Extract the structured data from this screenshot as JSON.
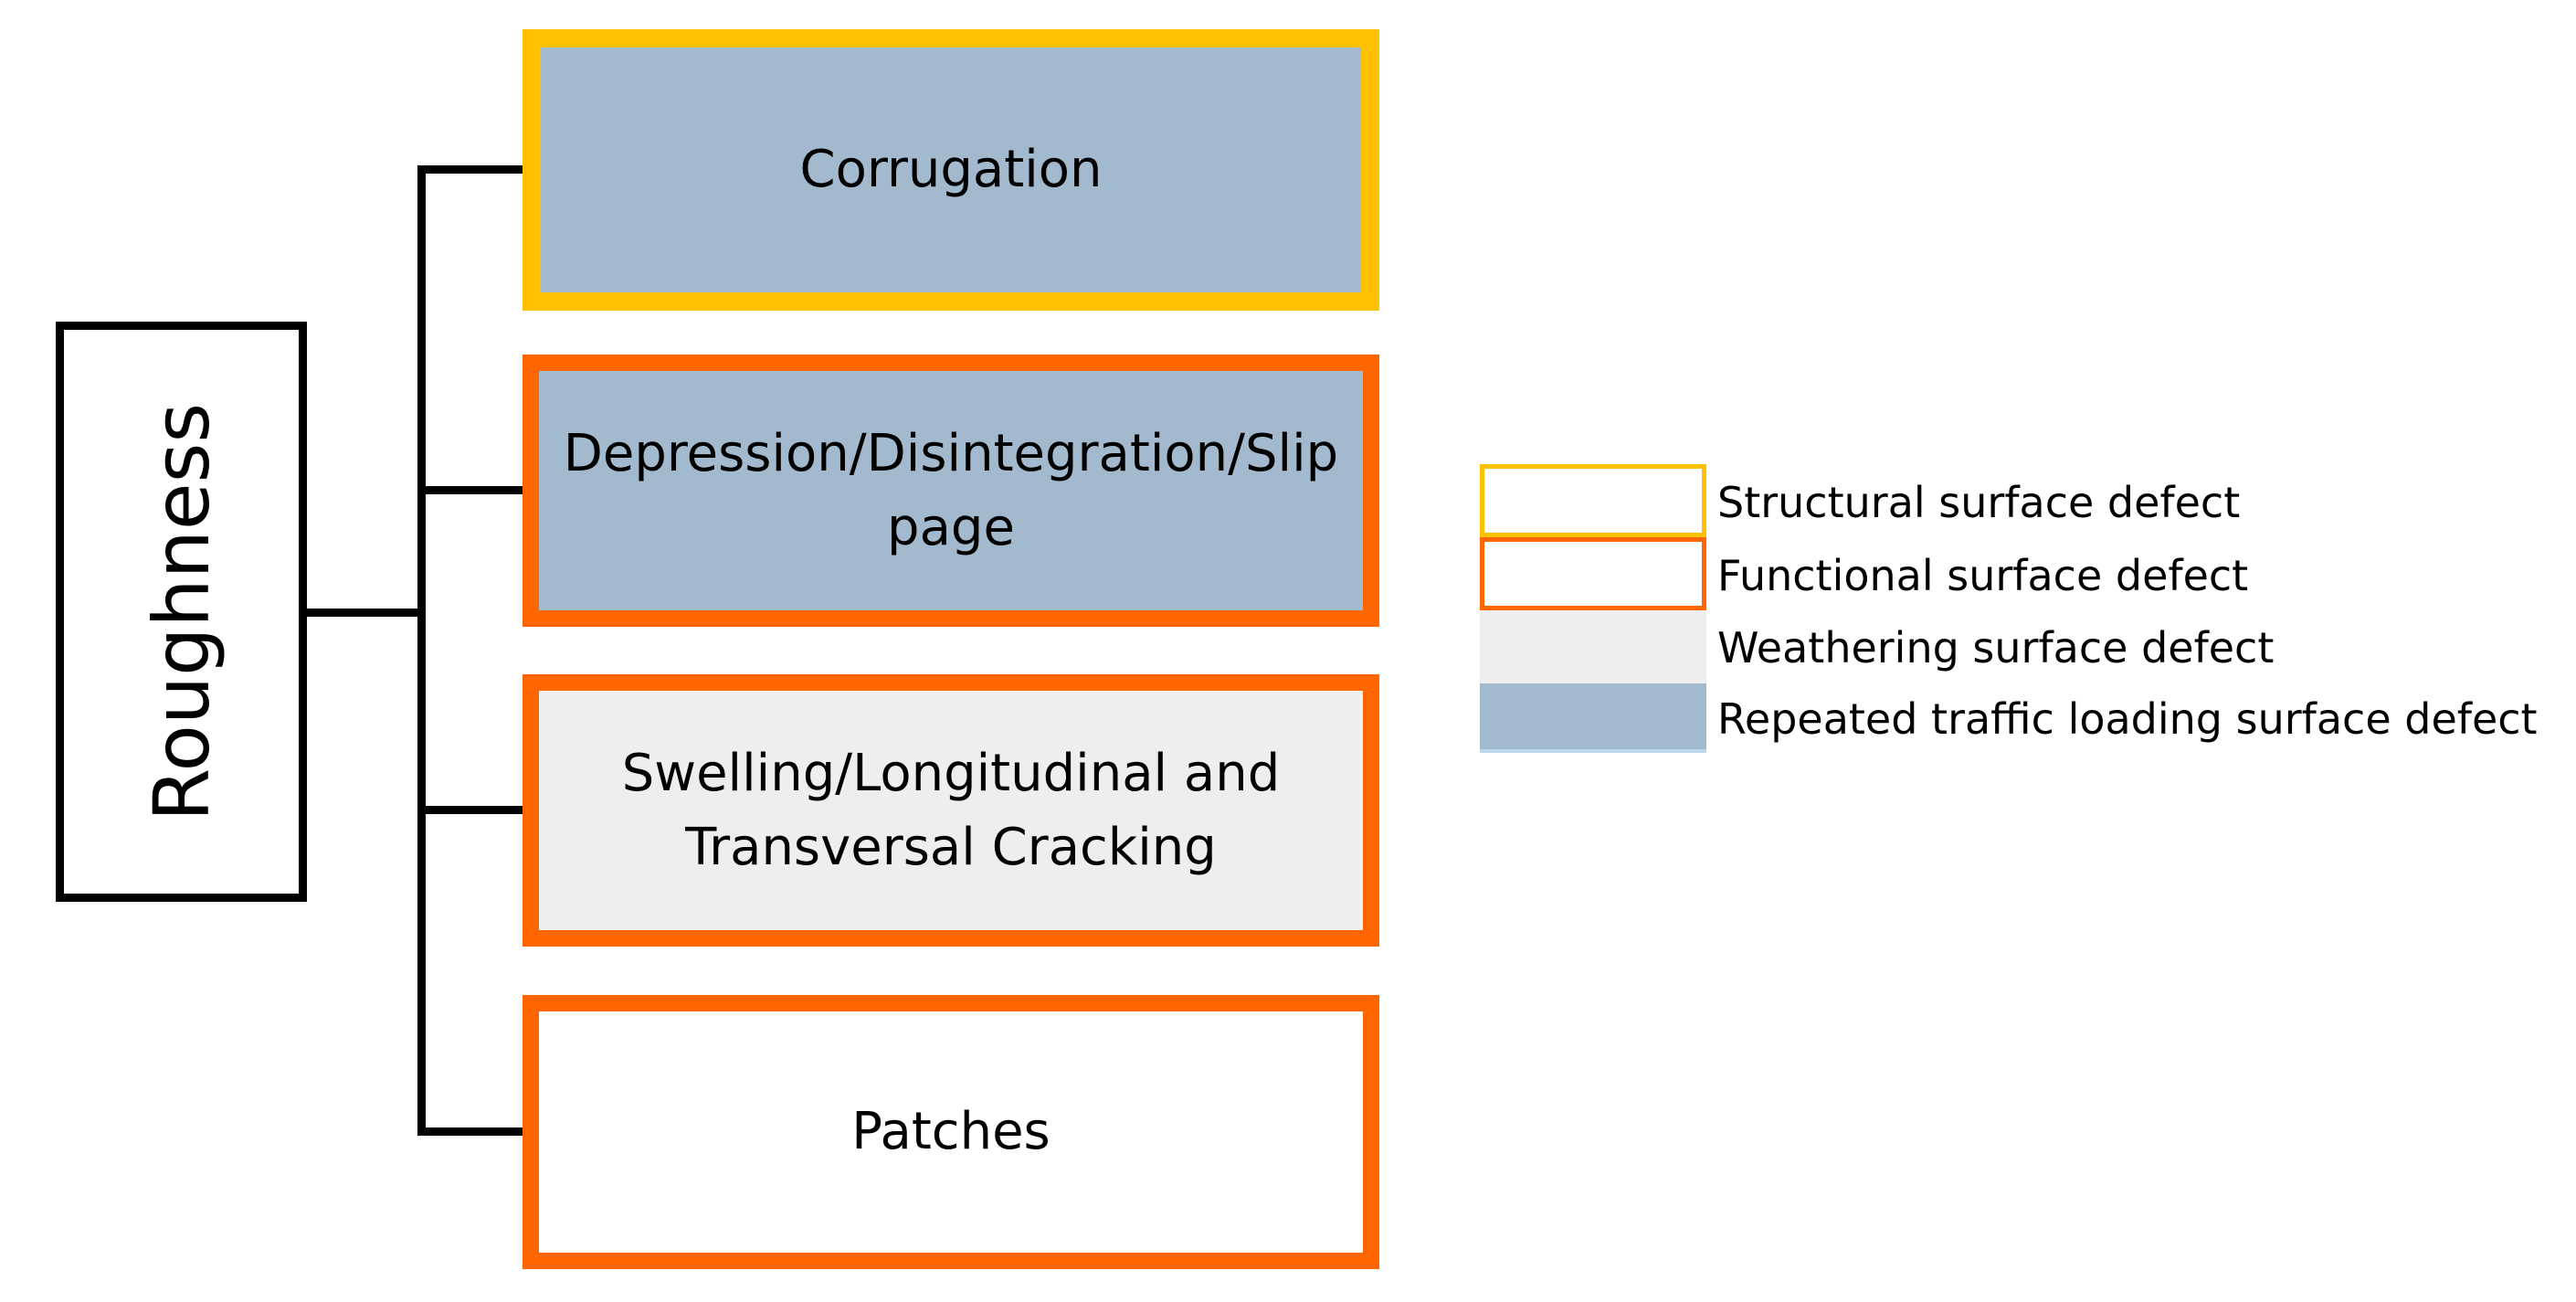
{
  "root": {
    "label": "Roughness"
  },
  "nodes": [
    {
      "label": "Corrugation",
      "border": "#FFC000",
      "fill": "#A3B9CE"
    },
    {
      "label": "Depression/Disintegration/Slip\npage",
      "border": "#FF6600",
      "fill": "#A3B9CE"
    },
    {
      "label": "Swelling/Longitudinal and\nTransversal Cracking",
      "border": "#FF6600",
      "fill": "#EEEEEE"
    },
    {
      "label": "Patches",
      "border": "#FF6600",
      "fill": "#FFFFFF"
    }
  ],
  "legend": [
    {
      "label": "Structural surface defect",
      "swatch_border": "#FFC000",
      "swatch_fill": "#FFFFFF"
    },
    {
      "label": "Functional surface defect",
      "swatch_border": "#FF6600",
      "swatch_fill": "#FFFFFF"
    },
    {
      "label": "Weathering surface defect",
      "swatch_border": "none",
      "swatch_fill": "#EEEEEE"
    },
    {
      "label": "Repeated traffic loading surface defect",
      "swatch_border": "none",
      "swatch_fill": "#A3B9CE"
    }
  ]
}
